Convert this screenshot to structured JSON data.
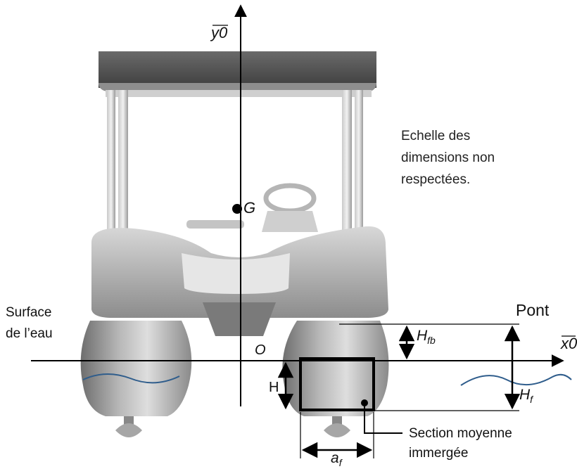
{
  "axes": {
    "y_axis_label": "y0",
    "x_axis_label": "x0",
    "origin_label": "O",
    "center_of_gravity_label": "G"
  },
  "labels": {
    "water_surface_line1": "Surface",
    "water_surface_line2": "de l’eau",
    "deck": "Pont",
    "height_H": "H",
    "height_Hf_main": "H",
    "height_Hf_sub": "f",
    "height_Hfb_main": "H",
    "height_Hfb_sub": "fb",
    "width_af_main": "a",
    "width_af_sub": "f",
    "section_line1": "Section moyenne",
    "section_line2": "immergée"
  },
  "note": {
    "line1": "Echelle des",
    "line2": "dimensions non",
    "line3": "respectées."
  }
}
